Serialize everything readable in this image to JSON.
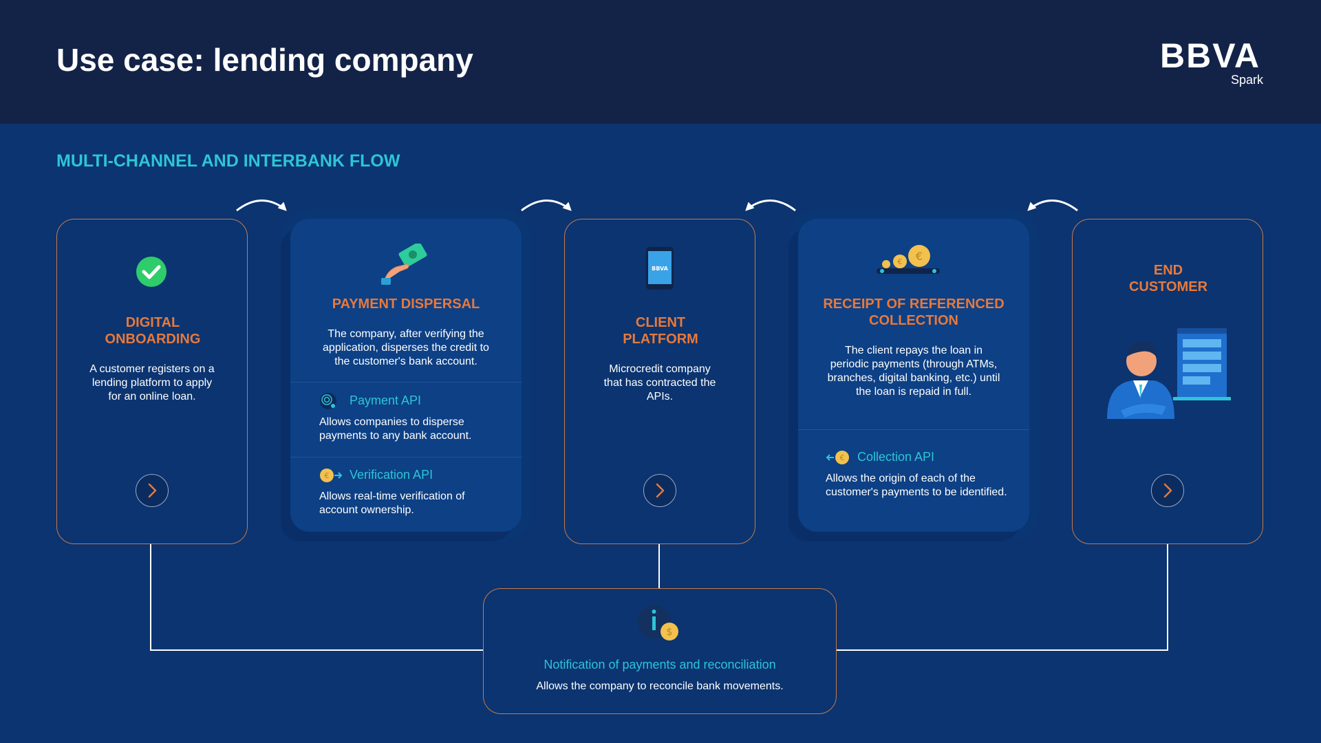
{
  "header": {
    "title": "Use case: lending company",
    "logo": {
      "word": "BBVA",
      "sub": "Spark"
    }
  },
  "section_title": "MULTI-CHANNEL AND INTERBANK FLOW",
  "cards": {
    "onboarding": {
      "title": "DIGITAL ONBOARDING",
      "text": "A customer registers on a lending platform to apply for an online loan."
    },
    "dispersal": {
      "title": "PAYMENT DISPERSAL",
      "text": "The company, after verifying the application, disperses the credit to the customer's bank account.",
      "apis": [
        {
          "name": "Payment API",
          "desc": "Allows companies to disperse payments to any bank account."
        },
        {
          "name": "Verification API",
          "desc": "Allows real-time verification of account ownership."
        }
      ]
    },
    "platform": {
      "title": "CLIENT PLATFORM",
      "text": "Microcredit company that has contracted the APIs.",
      "phone_label": "BBVA"
    },
    "collection": {
      "title": "RECEIPT OF REFERENCED COLLECTION",
      "text": "The client repays the loan in periodic payments (through ATMs, branches, digital banking, etc.) until the loan is repaid in full.",
      "apis": [
        {
          "name": "Collection API",
          "desc": "Allows the origin of each of the customer's payments to be identified."
        }
      ]
    },
    "customer": {
      "title": "END CUSTOMER"
    }
  },
  "notification": {
    "title": "Notification of payments and reconciliation",
    "text": "Allows the company to reconcile bank movements."
  },
  "colors": {
    "header_bg": "#132348",
    "body_bg": "#0b3470",
    "accent_orange": "#e8793b",
    "accent_cyan": "#2dc5d6",
    "card_border": "#c97a4a"
  }
}
